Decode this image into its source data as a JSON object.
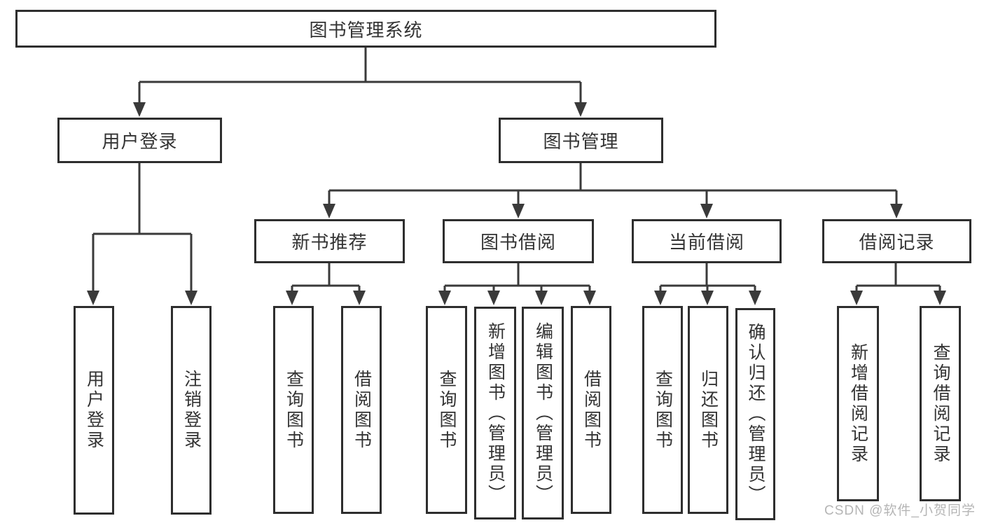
{
  "diagram": {
    "root": {
      "label": "图书管理系统",
      "children": [
        {
          "label": "用户登录",
          "children": [
            {
              "label": "用户登录"
            },
            {
              "label": "注销登录"
            }
          ]
        },
        {
          "label": "图书管理",
          "children": [
            {
              "label": "新书推荐",
              "children": [
                {
                  "label": "查询图书"
                },
                {
                  "label": "借阅图书"
                }
              ]
            },
            {
              "label": "图书借阅",
              "children": [
                {
                  "label": "查询图书"
                },
                {
                  "label": "新增图书（管理员）"
                },
                {
                  "label": "编辑图书（管理员）"
                },
                {
                  "label": "借阅图书"
                }
              ]
            },
            {
              "label": "当前借阅",
              "children": [
                {
                  "label": "查询图书"
                },
                {
                  "label": "归还图书"
                },
                {
                  "label": "确认归还（管理员）"
                }
              ]
            },
            {
              "label": "借阅记录",
              "children": [
                {
                  "label": "新增借阅记录"
                },
                {
                  "label": "查询借阅记录"
                }
              ]
            }
          ]
        }
      ]
    }
  },
  "watermark": {
    "text": "CSDN @软件_小贺同学"
  },
  "colors": {
    "line": "#3a3a3a",
    "border": "#2e2e2e",
    "text": "#333333",
    "watermark": "#b5b5b5",
    "background": "#ffffff"
  }
}
